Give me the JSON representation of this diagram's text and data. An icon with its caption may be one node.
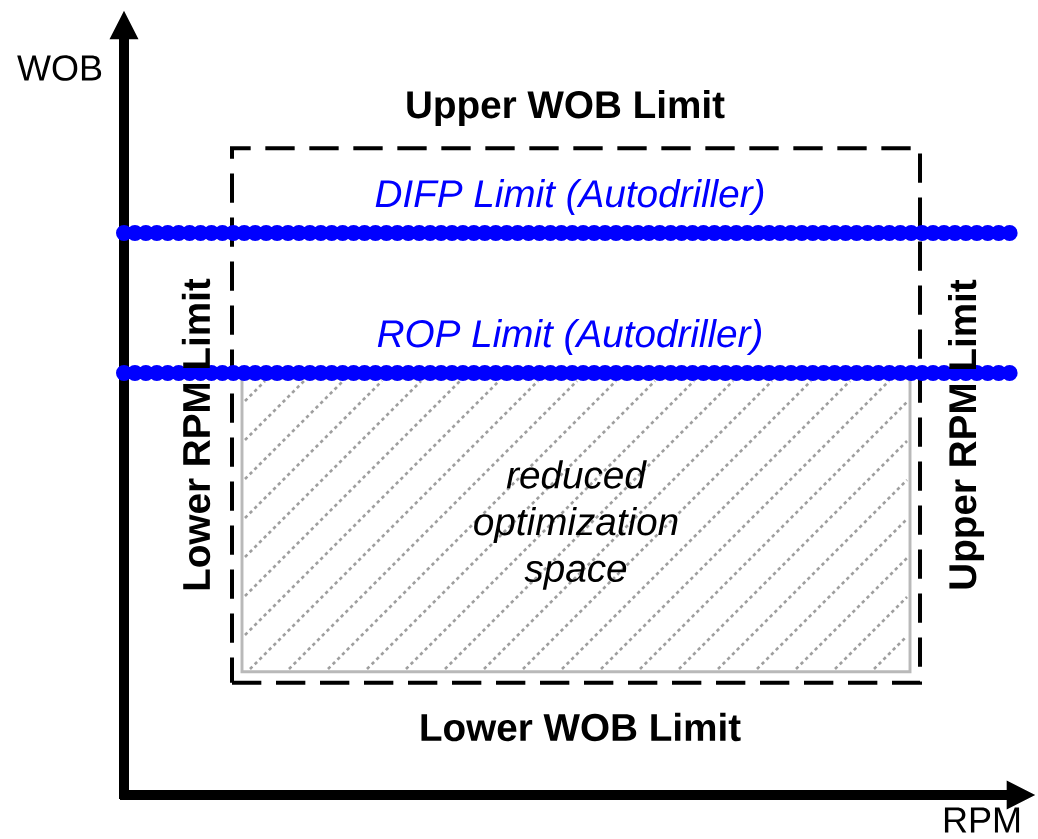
{
  "diagram": {
    "nodes": [
      {
        "text": [],
        "shape": "box"
      },
      {
        "text": [
          "reduced optimization space"
        ],
        "in": 0
      }
    ],
    "labels": [
      "WOB",
      "Upper WOB Limit",
      "DIFP Limit (Autodriller)",
      "Lower RPM Limit",
      "ROP Limit (Autodriller)",
      "Upper RPM Limit",
      "Lower WOB Limit",
      "RPM"
    ]
  }
}
